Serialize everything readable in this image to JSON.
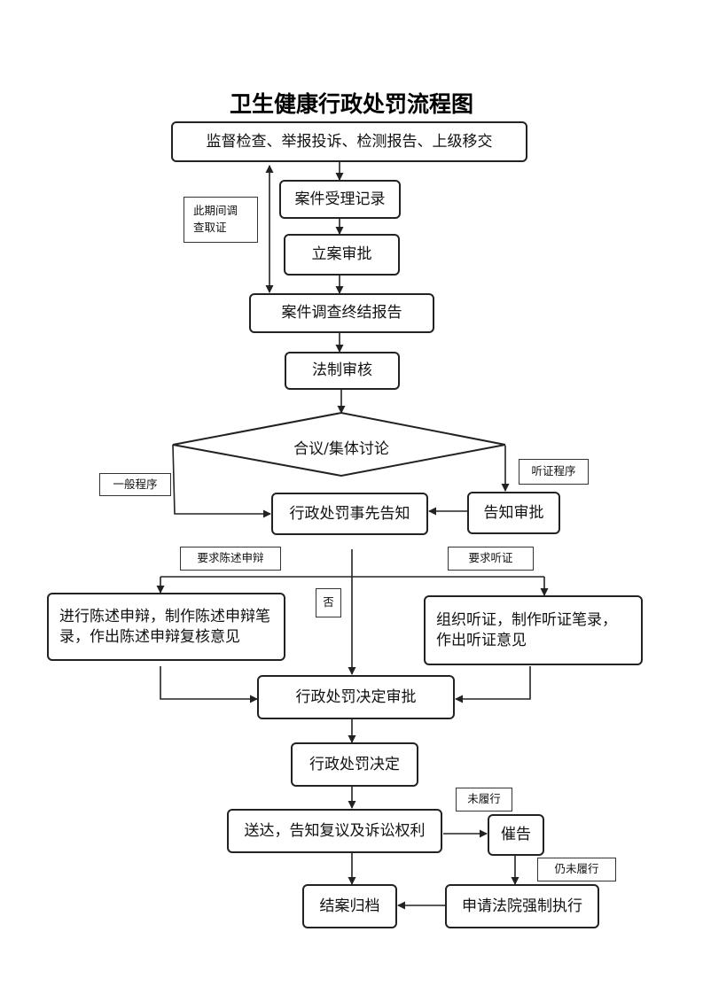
{
  "title": "卫生健康行政处罚流程图",
  "nodes": {
    "sources": "监督检查、举报投诉、检测报告、上级移交",
    "case_record": "案件受理记录",
    "filing_approval": "立案审批",
    "investigation_report": "案件调查终结报告",
    "legal_review": "法制审核",
    "collective_discussion": "合议/集体讨论",
    "prior_notice": "行政处罚事先告知",
    "notice_approval": "告知审批",
    "statement_defense": "进行陈述申辩，制作陈述申辩笔录，作出陈述申辩复核意见",
    "hearing": "组织听证，制作听证笔录，作出听证意见",
    "decision_approval": "行政处罚决定审批",
    "decision": "行政处罚决定",
    "delivery": "送达，告知复议及诉讼权利",
    "urge": "催告",
    "court_enforcement": "申请法院强制执行",
    "case_closing": "结案归档"
  },
  "notes": {
    "investigation_period": "此期间调查取证",
    "general_procedure": "一般程序",
    "hearing_procedure": "听证程序",
    "request_statement": "要求陈述申辩",
    "request_hearing": "要求听证",
    "no": "否",
    "not_performed": "未履行",
    "still_not_performed": "仍未履行"
  }
}
